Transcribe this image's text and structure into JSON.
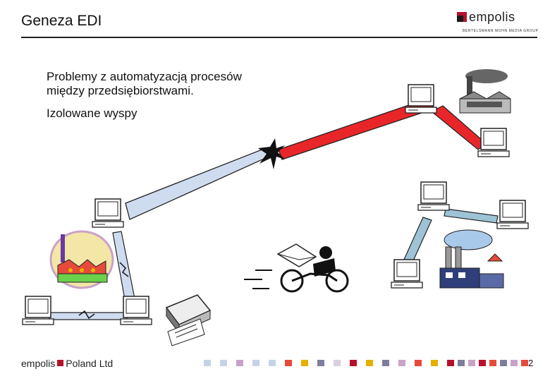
{
  "slide": {
    "title": "Geneza EDI",
    "page_number": "2"
  },
  "logo": {
    "name": "empolis",
    "tagline": "BERTELSMANN MOHN MEDIA GROUP",
    "brand_color": "#b8102b"
  },
  "content": {
    "line1": "Problemy z automatyzacją procesów",
    "line2": "między przedsiębiorstwami.",
    "line3": "Izolowane wyspy"
  },
  "footer": {
    "brand_name": "empolis",
    "brand_suffix": "Poland Ltd"
  },
  "colors": {
    "link_broken": "#e8262a",
    "link_blue": "#cfdcf0",
    "link_teal": "#9ec3d6",
    "text": "#111111"
  },
  "footer_squares": [
    "#c7d2e6",
    "#c7d2e6",
    "#c9a2c8",
    "#c7d2e6",
    "#c7d2e6",
    "#e64a3a",
    "#e6b000",
    "#7d7d9c",
    "#d9cfe0",
    "#b8102b",
    "#e6b000",
    "#7d7d9c",
    "#c9a2c8",
    "#e64a3a",
    "#e6b000",
    "#b8102b",
    "#7d7d9c",
    "#c9a2c8",
    "#b8102b",
    "#e64a3a",
    "#7d7d9c",
    "#c9a2c8",
    "#e64a3a",
    "#b8102b",
    "#7d7d9c",
    "#e6b000",
    "#c9a2c8"
  ]
}
